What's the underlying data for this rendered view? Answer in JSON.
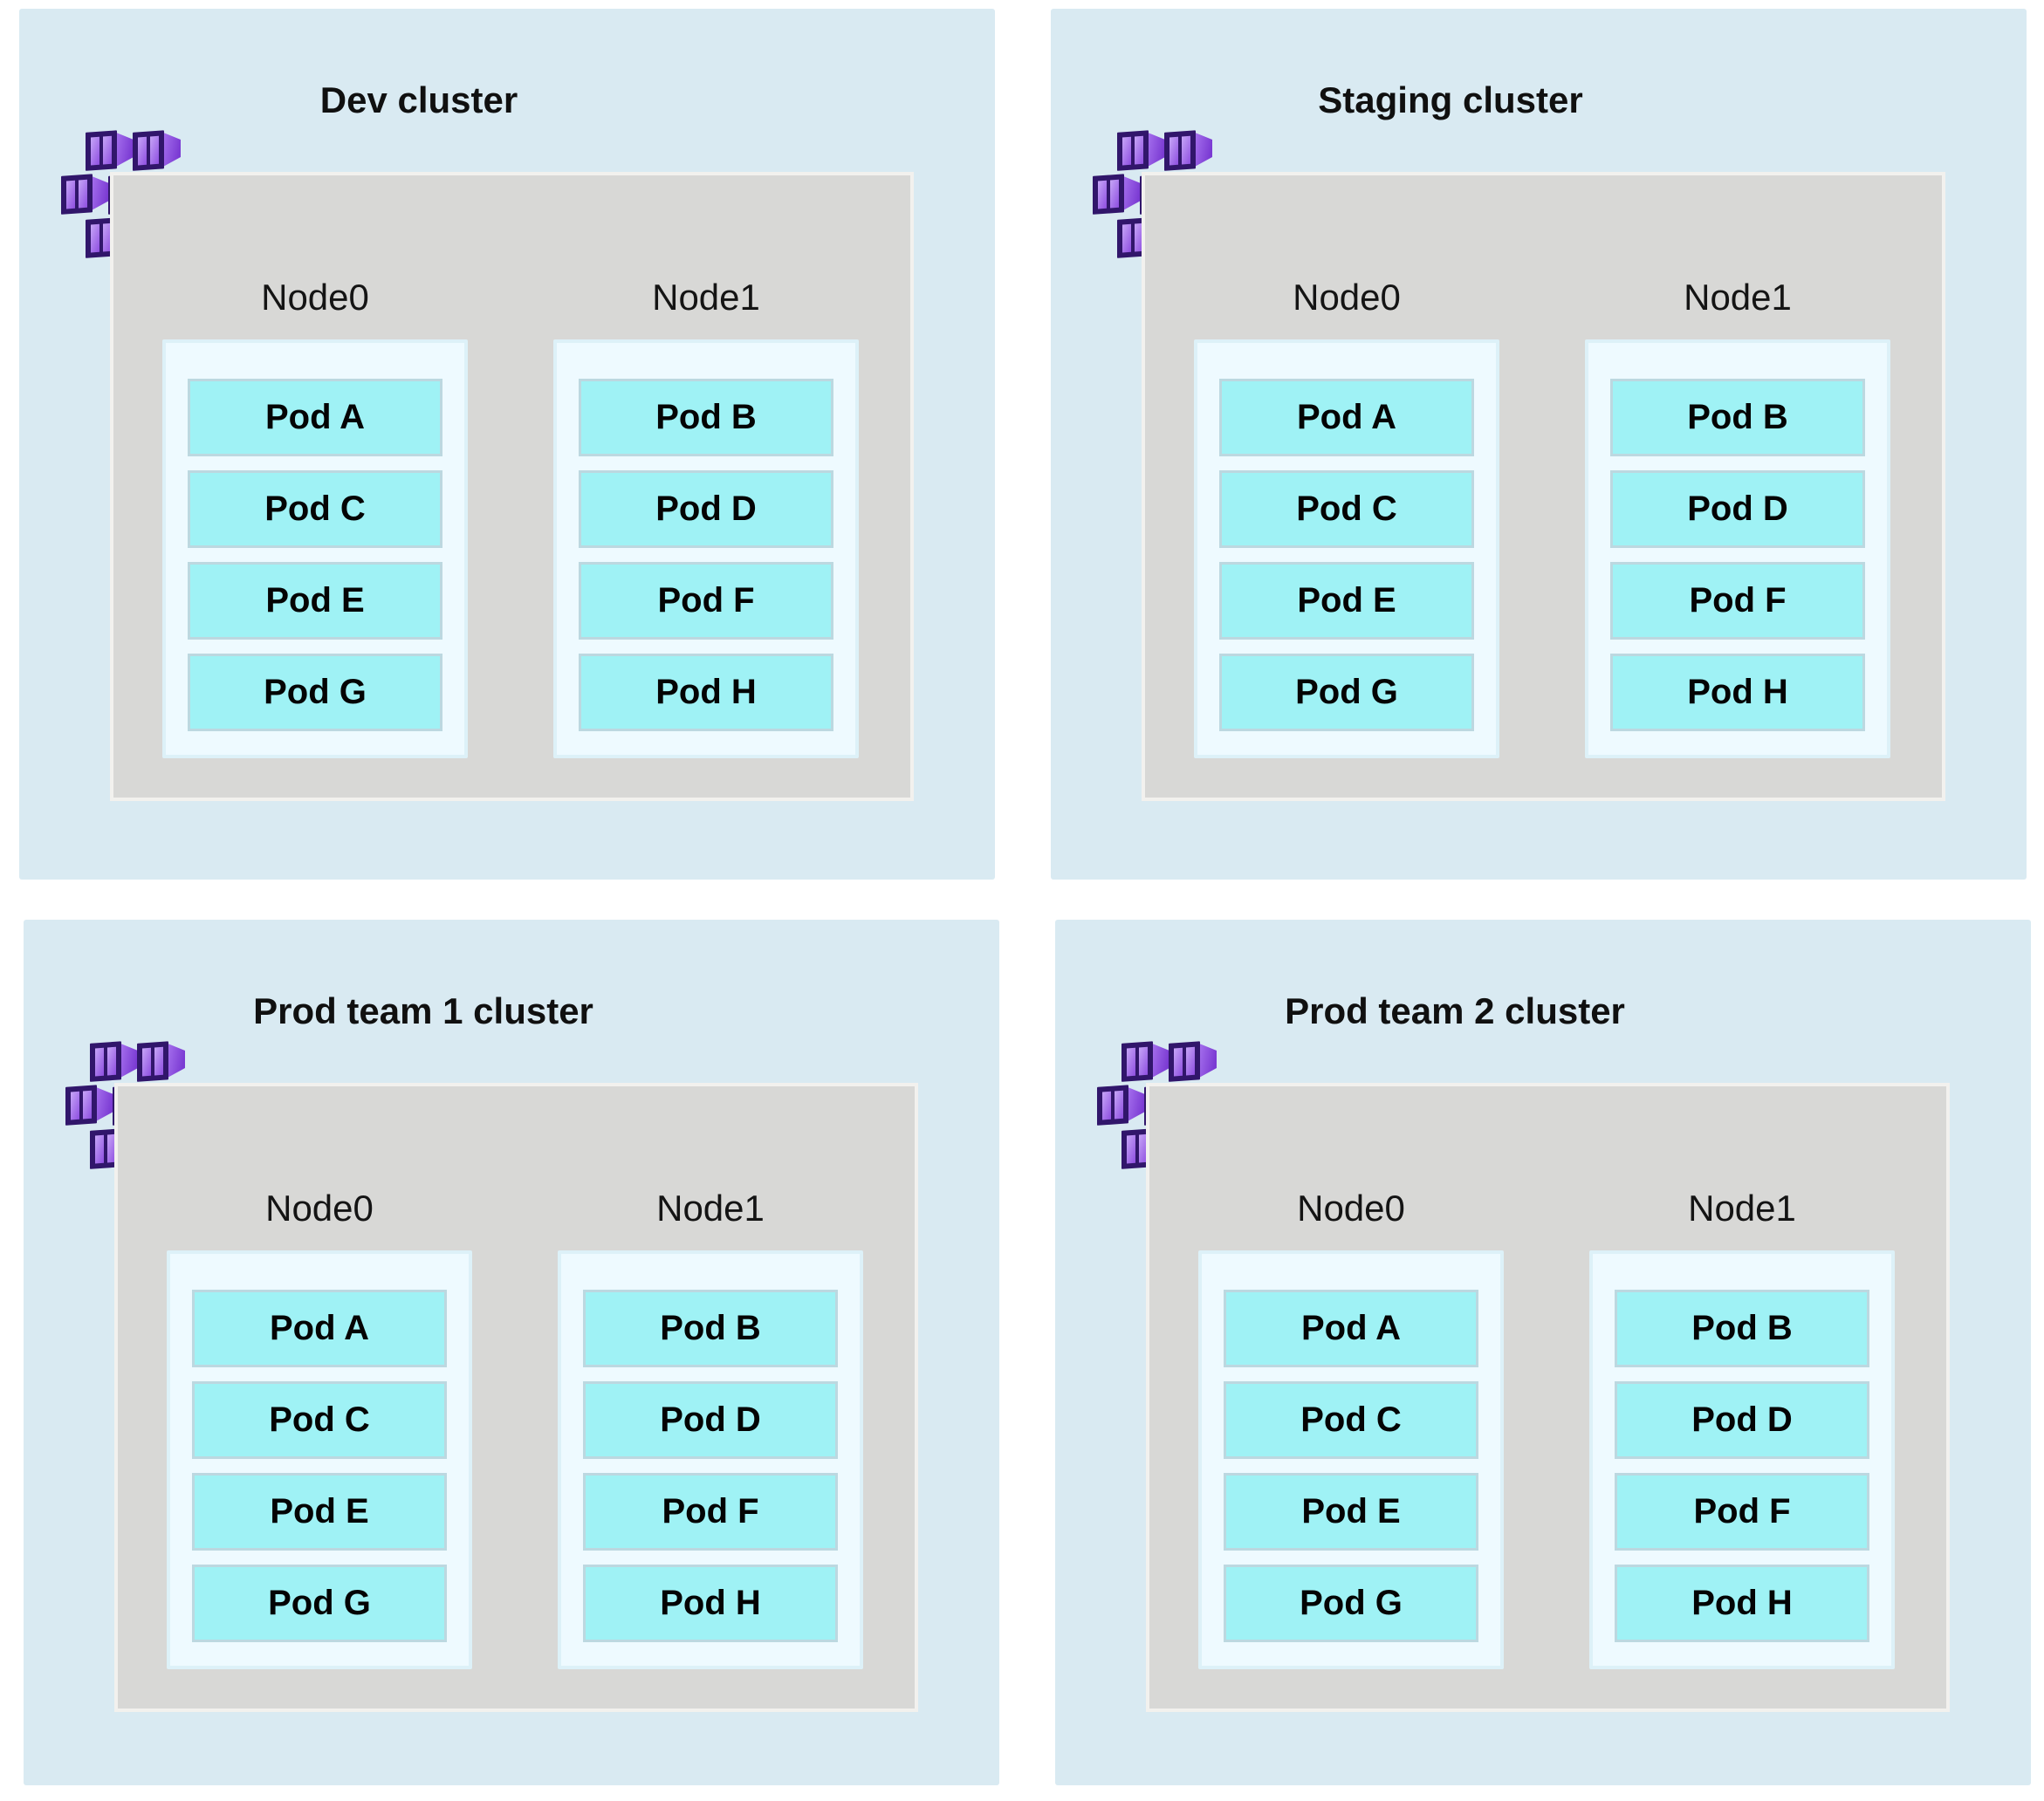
{
  "diagram_title": "Kubernetes clusters with nodes and pods",
  "colors": {
    "page_bg": "#ffffff",
    "cluster_bg": "#d9eaf2",
    "nodes_panel_bg": "#d8d8d6",
    "nodes_panel_border": "#f2f1ee",
    "node_box_bg": "#eefaff",
    "node_box_border": "#ddf1f8",
    "pod_bg": "#9ff2f5",
    "pod_border": "#bcd8e0",
    "text": "#101010",
    "icon_frame_purple": "#31166b",
    "icon_side_purple_light": "#a873ef",
    "icon_side_purple_dark": "#7b3bd3",
    "icon_pane_purple_light": "#c7a6f7",
    "icon_pane_purple_dark": "#9356e2"
  },
  "icon": {
    "name": "container-cluster-icon",
    "container_count": 7
  },
  "clusters": [
    {
      "title": "Dev cluster",
      "nodes": [
        {
          "label": "Node0",
          "pods": [
            "Pod A",
            "Pod C",
            "Pod E",
            "Pod G"
          ]
        },
        {
          "label": "Node1",
          "pods": [
            "Pod B",
            "Pod D",
            "Pod F",
            "Pod H"
          ]
        }
      ]
    },
    {
      "title": "Staging cluster",
      "nodes": [
        {
          "label": "Node0",
          "pods": [
            "Pod A",
            "Pod C",
            "Pod E",
            "Pod G"
          ]
        },
        {
          "label": "Node1",
          "pods": [
            "Pod B",
            "Pod D",
            "Pod F",
            "Pod H"
          ]
        }
      ]
    },
    {
      "title": "Prod team 1 cluster",
      "nodes": [
        {
          "label": "Node0",
          "pods": [
            "Pod A",
            "Pod C",
            "Pod E",
            "Pod G"
          ]
        },
        {
          "label": "Node1",
          "pods": [
            "Pod B",
            "Pod D",
            "Pod F",
            "Pod H"
          ]
        }
      ]
    },
    {
      "title": "Prod team 2 cluster",
      "nodes": [
        {
          "label": "Node0",
          "pods": [
            "Pod A",
            "Pod C",
            "Pod E",
            "Pod G"
          ]
        },
        {
          "label": "Node1",
          "pods": [
            "Pod B",
            "Pod D",
            "Pod F",
            "Pod H"
          ]
        }
      ]
    }
  ]
}
